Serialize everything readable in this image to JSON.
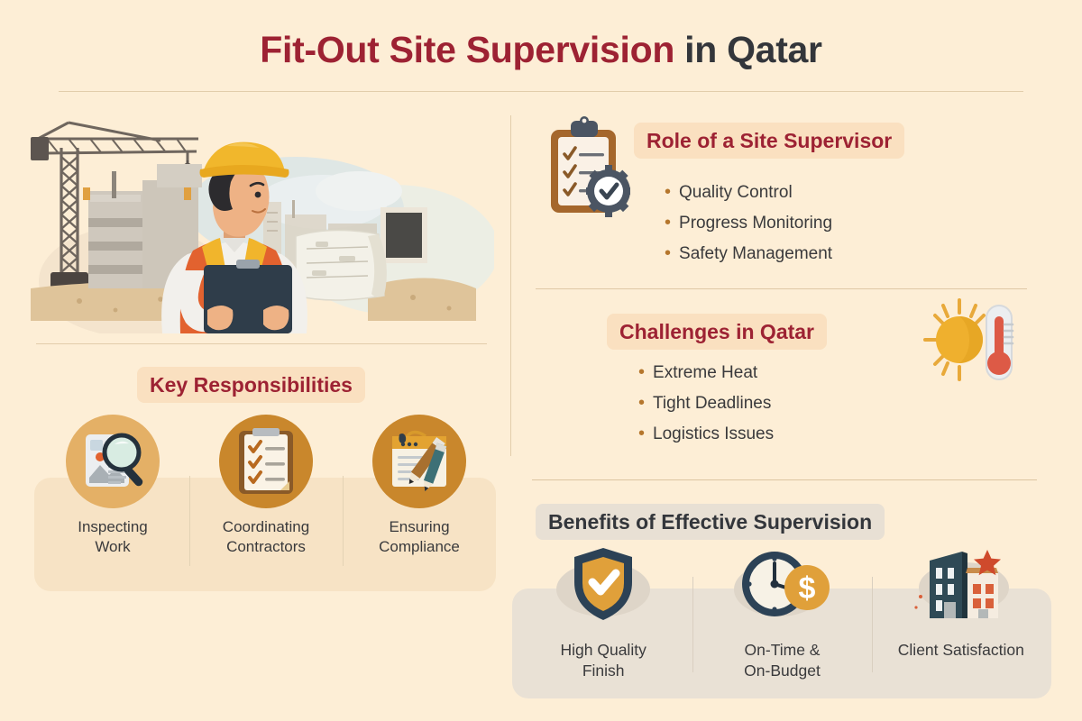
{
  "title": {
    "part_red": "Fit-Out Site Supervision",
    "part_dark": " in Qatar"
  },
  "hero": {
    "alt": "construction-site-supervisor-illustration"
  },
  "sections": {
    "key_responsibilities": {
      "heading": "Key Responsibilities",
      "items": [
        {
          "icon": "magnifier-document-icon",
          "label": "Inspecting\nWork"
        },
        {
          "icon": "clipboard-checklist-icon",
          "label": "Coordinating\nContractors"
        },
        {
          "icon": "document-pencils-icon",
          "label": "Ensuring\nCompliance"
        }
      ]
    },
    "role_of_site_supervisor": {
      "heading": "Role of a Site Supervisor",
      "icon": "clipboard-gear-check-icon",
      "bullets": [
        "Quality Control",
        "Progress Monitoring",
        "Safety Management"
      ]
    },
    "challenges_in_qatar": {
      "heading": "Challenges in Qatar",
      "icon": "sun-thermometer-icon",
      "bullets": [
        "Extreme Heat",
        "Tight Deadlines",
        "Logistics Issues"
      ]
    },
    "benefits_of_effective_supervision": {
      "heading": "Benefits of Effective Supervision",
      "items": [
        {
          "icon": "shield-check-icon",
          "label": "High Quality\nFinish"
        },
        {
          "icon": "clock-dollar-icon",
          "label": "On-Time &\nOn-Budget"
        },
        {
          "icon": "buildings-star-icon",
          "label": "Client Satisfaction"
        }
      ]
    }
  },
  "colors": {
    "background": "#fdeed6",
    "title_red": "#9d2233",
    "title_dark": "#33363b",
    "chip_warm": "#fae0c0",
    "chip_neutral": "#e8e0d4",
    "bullet_dot": "#b5762c",
    "body_text": "#3a3a3c",
    "accent_orange": "#e0a03a",
    "accent_navy": "#2c4256",
    "divider": "#e2cdab"
  },
  "bullet_glyph": "•"
}
